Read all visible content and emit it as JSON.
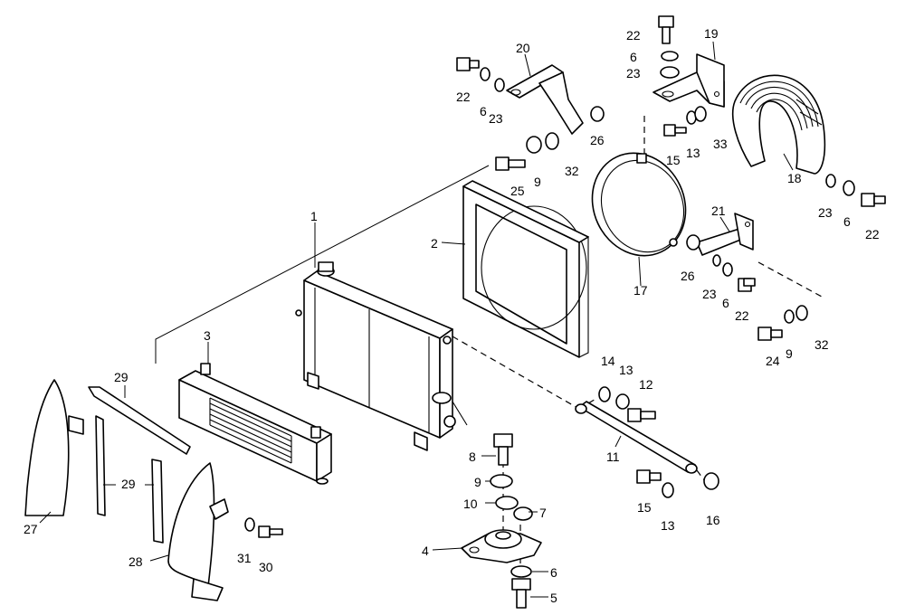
{
  "callouts": [
    {
      "id": "c1",
      "text": "1"
    },
    {
      "id": "c2",
      "text": "2"
    },
    {
      "id": "c3",
      "text": "3"
    },
    {
      "id": "c4",
      "text": "4"
    },
    {
      "id": "c5",
      "text": "5"
    },
    {
      "id": "c6a",
      "text": "6"
    },
    {
      "id": "c7",
      "text": "7"
    },
    {
      "id": "c8",
      "text": "8"
    },
    {
      "id": "c9a",
      "text": "9"
    },
    {
      "id": "c10",
      "text": "10"
    },
    {
      "id": "c11",
      "text": "11"
    },
    {
      "id": "c12",
      "text": "12"
    },
    {
      "id": "c13a",
      "text": "13"
    },
    {
      "id": "c14",
      "text": "14"
    },
    {
      "id": "c15a",
      "text": "15"
    },
    {
      "id": "c13b",
      "text": "13"
    },
    {
      "id": "c16",
      "text": "16"
    },
    {
      "id": "c17",
      "text": "17"
    },
    {
      "id": "c18",
      "text": "18"
    },
    {
      "id": "c19",
      "text": "19"
    },
    {
      "id": "c20",
      "text": "20"
    },
    {
      "id": "c21",
      "text": "21"
    },
    {
      "id": "c22a",
      "text": "22"
    },
    {
      "id": "c6b",
      "text": "6"
    },
    {
      "id": "c23a",
      "text": "23"
    },
    {
      "id": "c22b",
      "text": "22"
    },
    {
      "id": "c6c",
      "text": "6"
    },
    {
      "id": "c23b",
      "text": "23"
    },
    {
      "id": "c26a",
      "text": "26"
    },
    {
      "id": "c25",
      "text": "25"
    },
    {
      "id": "c9b",
      "text": "9"
    },
    {
      "id": "c32a",
      "text": "32"
    },
    {
      "id": "c15b",
      "text": "15"
    },
    {
      "id": "c13c",
      "text": "13"
    },
    {
      "id": "c33",
      "text": "33"
    },
    {
      "id": "c23c",
      "text": "23"
    },
    {
      "id": "c6d",
      "text": "6"
    },
    {
      "id": "c22c",
      "text": "22"
    },
    {
      "id": "c26b",
      "text": "26"
    },
    {
      "id": "c23d",
      "text": "23"
    },
    {
      "id": "c6e",
      "text": "6"
    },
    {
      "id": "c22d",
      "text": "22"
    },
    {
      "id": "c24",
      "text": "24"
    },
    {
      "id": "c9c",
      "text": "9"
    },
    {
      "id": "c32b",
      "text": "32"
    },
    {
      "id": "c29a",
      "text": "29"
    },
    {
      "id": "c29b",
      "text": "29"
    },
    {
      "id": "c27",
      "text": "27"
    },
    {
      "id": "c28",
      "text": "28"
    },
    {
      "id": "c31",
      "text": "31"
    },
    {
      "id": "c30",
      "text": "30"
    }
  ]
}
